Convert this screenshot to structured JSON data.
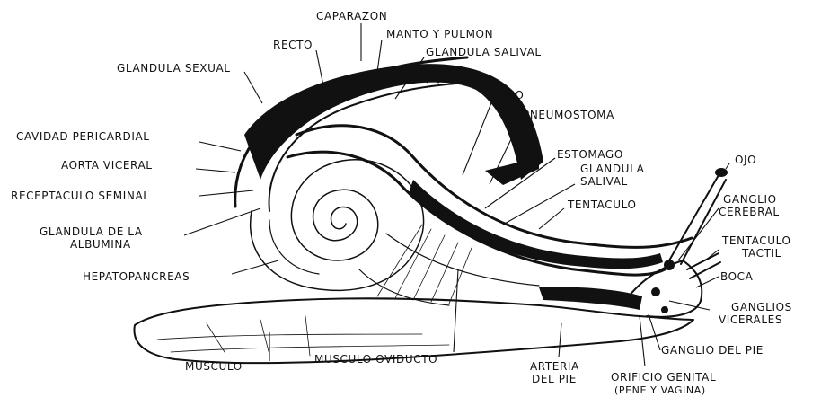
{
  "labels": {
    "caparazon": "CAPARAZON",
    "manto_pulmon": "MANTO Y PULMON",
    "recto": "RECTO",
    "glandula_salival_top": "GLANDULA SALIVAL",
    "glandula_sexual": "GLANDULA SEXUAL",
    "ano": "ANO",
    "pneumostoma": "PNEUMOSTOMA",
    "cavidad_pericardial": "CAVIDAD PERICARDIAL",
    "estomago": "ESTOMAGO",
    "glandula_salival_mid_1": "GLANDULA",
    "glandula_salival_mid_2": "SALIVAL",
    "ojo": "OJO",
    "aorta_visceral": "AORTA VICERAL",
    "receptaculo_seminal": "RECEPTACULO SEMINAL",
    "tentaculo": "TENTACULO",
    "ganglio_cerebral_1": "GANGLIO",
    "ganglio_cerebral_2": "CEREBRAL",
    "glandula_albumina_1": "GLANDULA DE LA",
    "glandula_albumina_2": "ALBUMINA",
    "tentaculo_tactil_1": "TENTACULO",
    "tentaculo_tactil_2": "TACTIL",
    "hepatopancreas": "HEPATOPANCREAS",
    "boca": "BOCA",
    "ganglios_viscerales_1": "GANGLIOS",
    "ganglios_viscerales_2": "VICERALES",
    "ganglio_pie": "GANGLIO DEL PIE",
    "musculo": "MUSCULO",
    "musculo_oviducto": "MUSCULO OVIDUCTO",
    "arteria_pie_1": "ARTERIA",
    "arteria_pie_2": "DEL PIE",
    "orificio_genital_1": "ORIFICIO GENITAL",
    "orificio_genital_2": "(PENE Y VAGINA)"
  }
}
